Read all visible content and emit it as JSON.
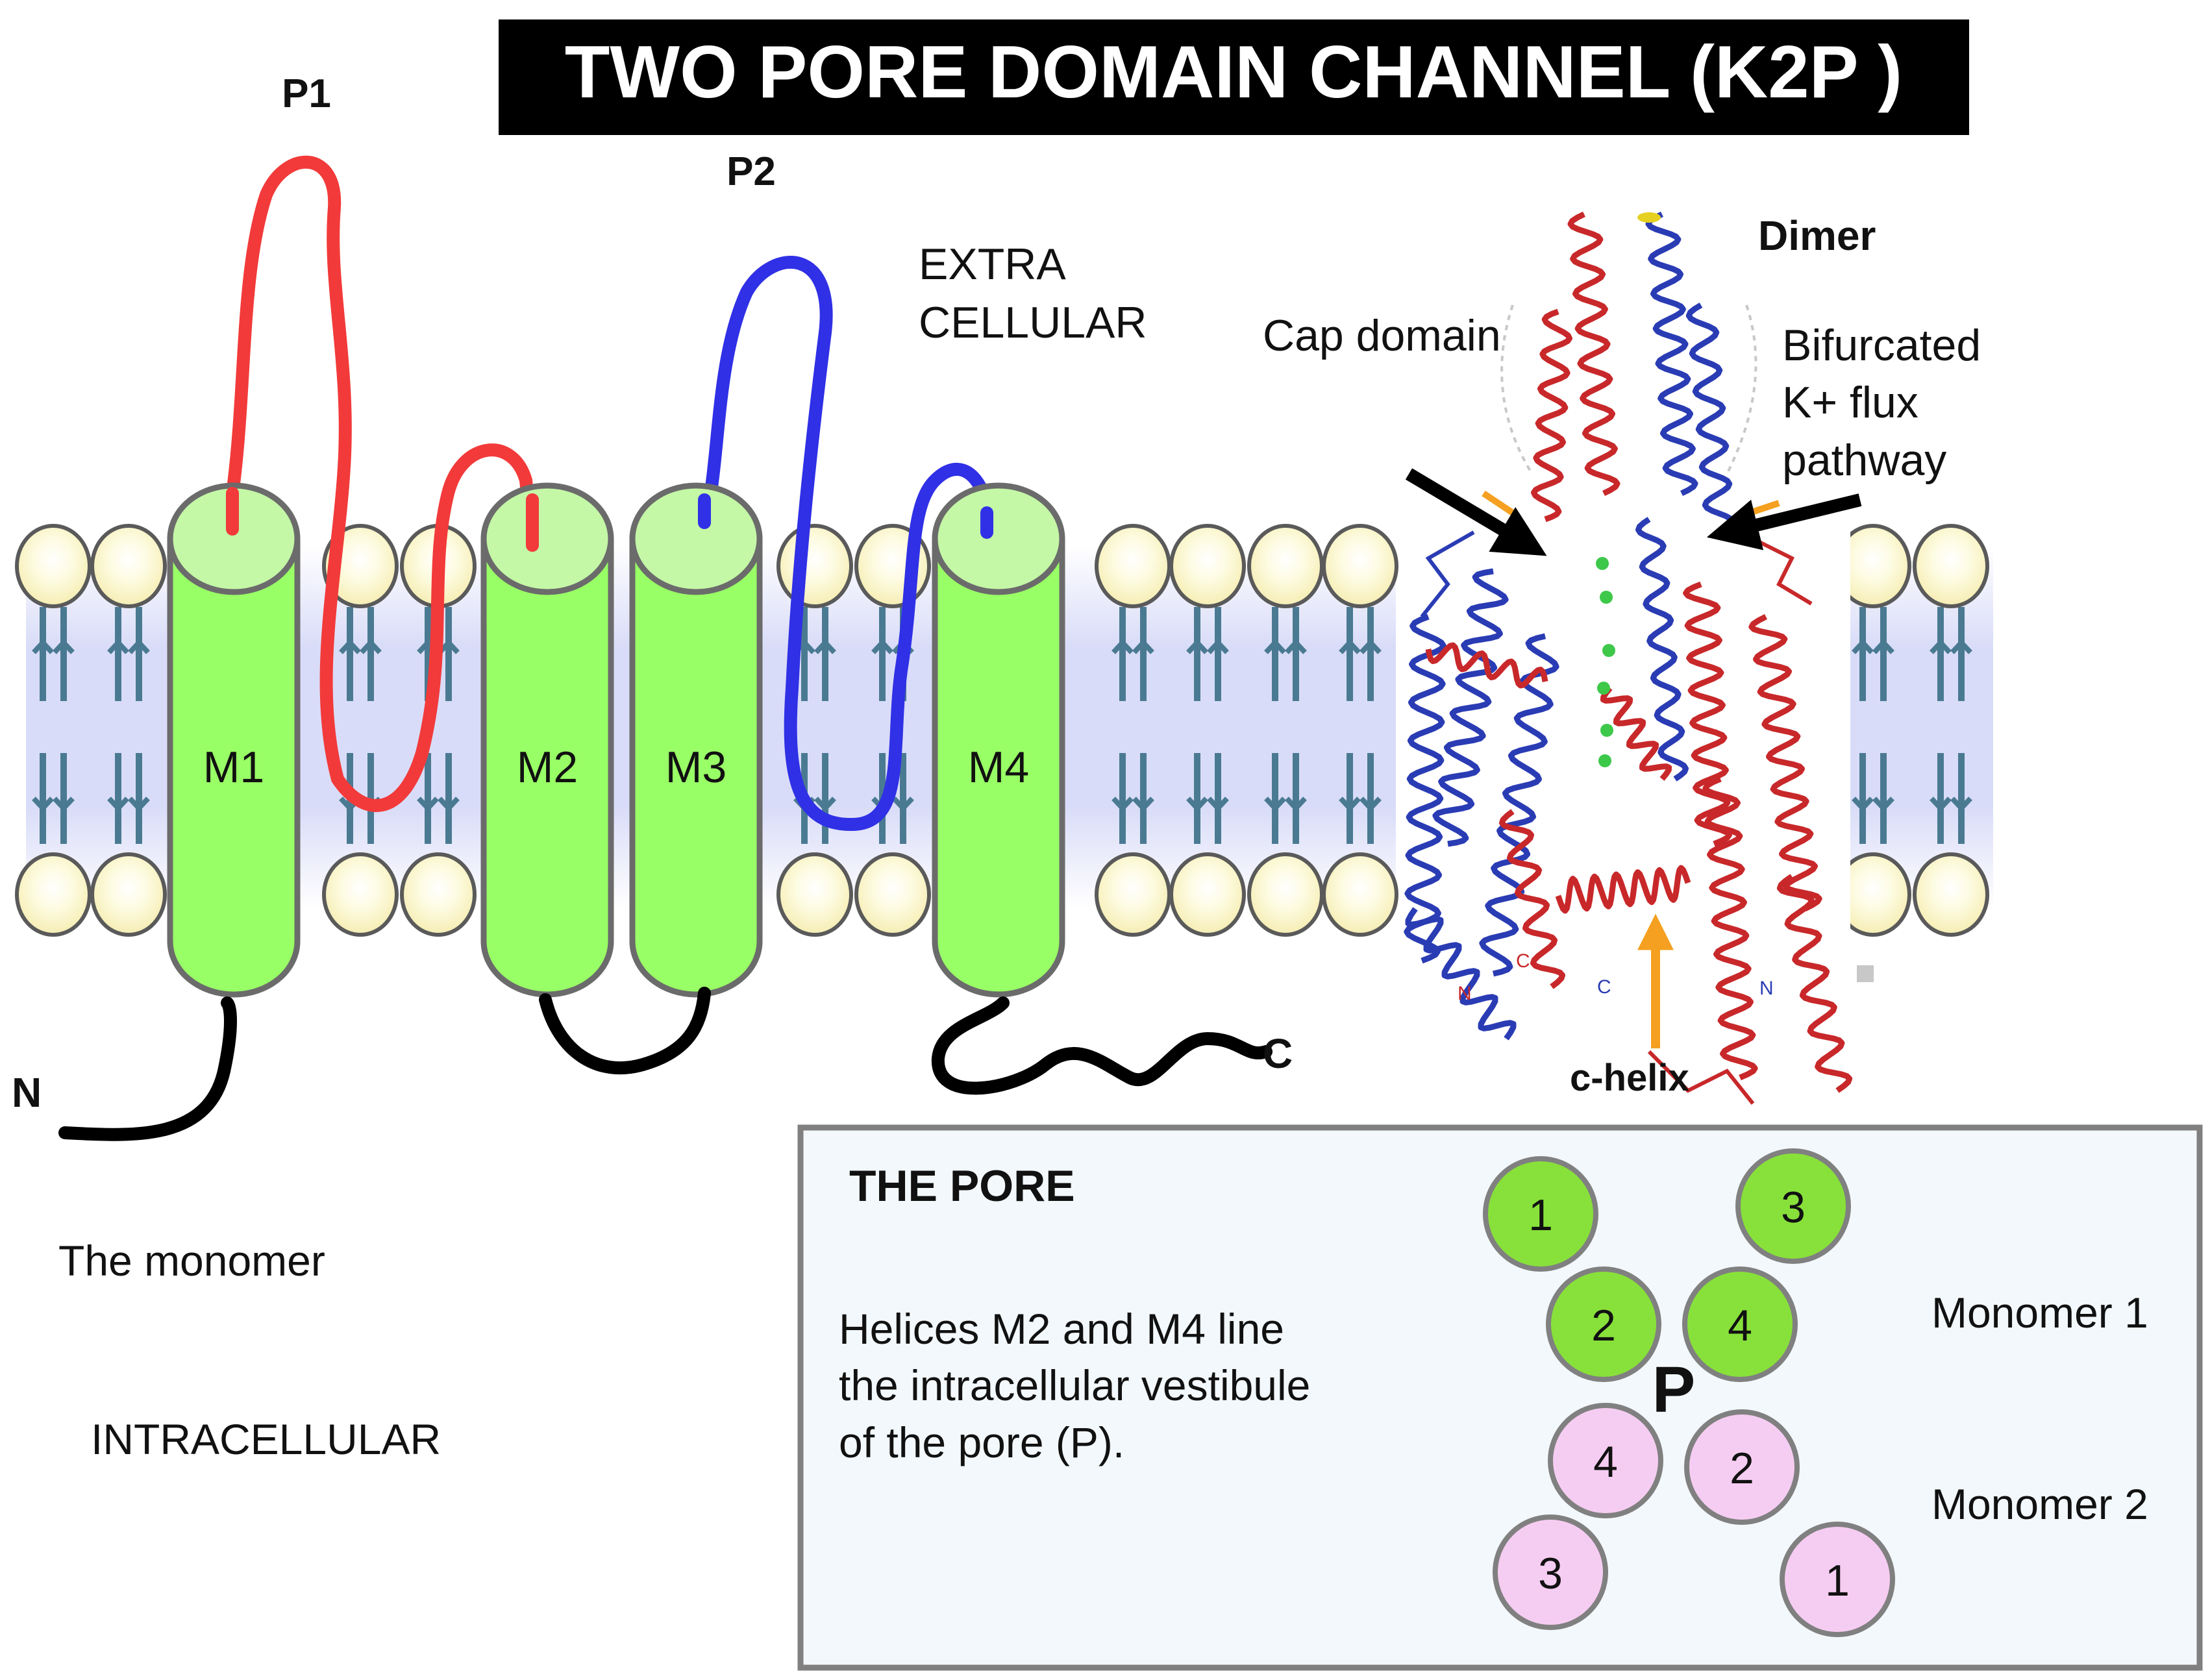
{
  "title": "TWO PORE DOMAIN CHANNEL (K2P )",
  "monomer": {
    "loops": [
      "P1",
      "P2"
    ],
    "helices": [
      "M1",
      "M2",
      "M3",
      "M4"
    ],
    "termini": {
      "n": "N",
      "c": "C"
    },
    "extracellular_label": [
      "EXTRA",
      "CELLULAR"
    ],
    "intracellular_label": "INTRACELLULAR",
    "caption": "The monomer"
  },
  "dimer": {
    "title": "Dimer",
    "cap_domain": "Cap domain",
    "bifurcated": [
      "Bifurcated",
      "K+ flux",
      "pathway"
    ],
    "c_helix": "c-helix",
    "chain_labels": [
      "N",
      "C",
      "C",
      "N"
    ]
  },
  "pore_box": {
    "heading": "THE PORE",
    "description": [
      "Helices M2 and M4 line",
      "the intracellular vestibule",
      "of the pore (P)."
    ],
    "pore_label": "P",
    "monomer1_label": "Monomer 1",
    "monomer2_label": "Monomer 2",
    "monomer1_helices": [
      "1",
      "3",
      "2",
      "4"
    ],
    "monomer2_helices": [
      "4",
      "2",
      "3",
      "1"
    ]
  },
  "colors": {
    "helix_green": "#99ff66",
    "helix_top": "#c4f7a6",
    "loop_red": "#f23a3a",
    "loop_blue": "#3030e6",
    "dimer_red": "#c8282a",
    "dimer_blue": "#2a3cb4",
    "lipid_head": "#fbf6c4",
    "membrane_band": "#d9dcf8",
    "pink_helix": "#f6cdf2",
    "arrow_orange": "#f5a020",
    "box_bg": "#f2f8fb"
  }
}
